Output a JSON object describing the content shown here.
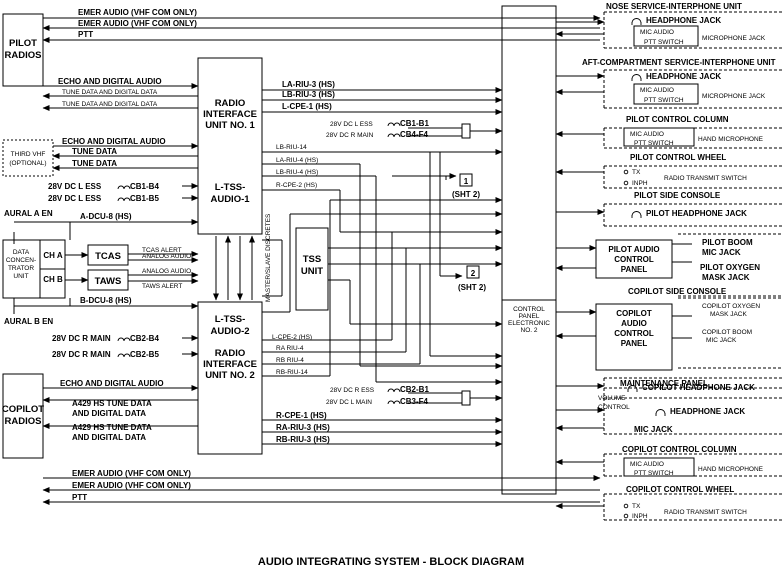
{
  "title": "AUDIO INTEGRATING SYSTEM - BLOCK DIAGRAM",
  "blocks": {
    "pilot_radios": [
      "PILOT",
      "RADIOS"
    ],
    "copilot_radios": [
      "COPILOT",
      "RADIOS"
    ],
    "riu1": [
      "RADIO",
      "INTERFACE",
      "UNIT NO. 1"
    ],
    "riu1_tss": [
      "L-TSS-",
      "AUDIO-1"
    ],
    "riu2_tss": [
      "L-TSS-",
      "AUDIO-2"
    ],
    "riu2": [
      "RADIO",
      "INTERFACE",
      "UNIT NO. 2"
    ],
    "tss_unit": [
      "TSS",
      "UNIT"
    ],
    "tcas": "TCAS",
    "taws": "TAWS",
    "dcu": [
      "DATA",
      "CONCEN-",
      "TRATOR",
      "UNIT"
    ],
    "dcu_cha": "CH A",
    "dcu_chb": "CH B",
    "third_vhf": [
      "THIRD VHF",
      "(OPTIONAL)"
    ],
    "cpe2": [
      "CONTROL",
      "PANEL",
      "ELECTRONIC",
      "NO. 2"
    ],
    "pilot_acp": [
      "PILOT AUDIO",
      "CONTROL",
      "PANEL"
    ],
    "copilot_acp": [
      "COPILOT",
      "AUDIO",
      "CONTROL",
      "PANEL"
    ],
    "master_slave": "MASTER/SLAVE DISCRETES"
  },
  "signals": {
    "emer1": "EMER AUDIO (VHF COM ONLY)",
    "emer2": "EMER AUDIO (VHF COM ONLY)",
    "ptt": "PTT",
    "echo_pilot": "ECHO  AND DIGITAL AUDIO",
    "tune1": "TUNE DATA AND DIGITAL DATA",
    "tune2": "TUNE DATA AND DIGITAL DATA",
    "echo_3vhf": "ECHO  AND DIGITAL AUDIO",
    "tune_data1": "TUNE DATA",
    "tune_data2": "TUNE DATA",
    "cb_b4_l": "28V DC L ESS",
    "cb_b4": "CB1-B4",
    "cb_b5_l": "28V DC L ESS",
    "cb_b5": "CB1-B5",
    "aural_a": "AURAL A EN",
    "a_dcu": "A-DCU-8 (HS)",
    "tcas_alert": "TCAS ALERT",
    "analog1": "ANALOG AUDIO",
    "analog2": "ANALOG AUDIO",
    "taws_alert": "TAWS ALERT",
    "b_dcu": "B-DCU-8 (HS)",
    "aural_b": "AURAL B EN",
    "cb2_b4_l": "28V DC R MAIN",
    "cb2_b4": "CB2-B4",
    "cb2_b5_l": "28V DC R MAIN",
    "cb2_b5": "CB2-B5",
    "echo_copilot": "ECHO  AND DIGITAL AUDIO",
    "a429_1a": "A429 HS TUNE DATA",
    "a429_1b": "AND DIGITAL DATA",
    "a429_2a": "A429 HS TUNE DATA",
    "a429_2b": "AND DIGITAL DATA",
    "emer3": "EMER AUDIO (VHF COM ONLY)",
    "emer4": "EMER AUDIO (VHF COM ONLY)",
    "ptt2": "PTT",
    "la_riu3": "LA-RIU-3 (HS)",
    "lb_riu3": "LB-RIU-3 (HS)",
    "l_cpe1": "L-CPE-1 (HS)",
    "cb1_b1_l": "28V DC L ESS",
    "cb1_b1": "CB1-B1",
    "cb4_f4_l": "28V DC R MAIN",
    "cb4_f4": "CB4-F4",
    "lb_riu14": "LB-RIU-14",
    "la_riu4": "LA-RIU-4 (HS)",
    "lb_riu4": "LB-RIU-4 (HS)",
    "r_cpe2": "R-CPE-2 (HS)",
    "sht1": "1",
    "sht2": "2",
    "sht_label1": "(SHT 2)",
    "sht_label2": "(SHT 2)",
    "l_cpe2": "L-CPE-2 (HS)",
    "ra_riu4": "RA RIU-4",
    "rb_riu4": "RB RIU-4",
    "rb_riu14": "RB-RIU-14",
    "cb2_b1_l": "28V DC R ESS",
    "cb2_b1": "CB2-B1",
    "cb3_f4_l": "28V DC L MAIN",
    "cb3_f4": "CB3-F4",
    "r_cpe1": "R-CPE-1 (HS)",
    "ra_riu3": "RA-RIU-3 (HS)",
    "rb_riu3": "RB-RIU-3 (HS)"
  },
  "right": {
    "nose_title": "NOSE SERVICE-INTERPHONE UNIT",
    "hp1": "HEADPHONE JACK",
    "mic1a": "MIC AUDIO",
    "ptt1": "PTT SWITCH",
    "mj1": "MICROPHONE JACK",
    "aft_title": "AFT-COMPARTMENT SERVICE-INTERPHONE UNIT",
    "hp2": "HEADPHONE JACK",
    "mic2a": "MIC AUDIO",
    "ptt2s": "PTT SWITCH",
    "mj2": "MICROPHONE JACK",
    "pcc_title": "PILOT CONTROL COLUMN",
    "mic3a": "MIC AUDIO",
    "ptt3": "PTT SWITCH",
    "hm1": "HAND MICROPHONE",
    "pcw_title": "PILOT CONTROL WHEEL",
    "tx1": "TX",
    "inph1": "INPH",
    "rts1": "RADIO TRANSMIT SWITCH",
    "psc_title": "PILOT SIDE CONSOLE",
    "php": "PILOT HEADPHONE JACK",
    "pboom1": "PILOT BOOM",
    "pboom2": "MIC JACK",
    "poxy1": "PILOT  OXYGEN",
    "poxy2": "MASK JACK",
    "csc_title": "COPILOT SIDE CONSOLE",
    "coxy1": "COPILOT OXYGEN",
    "coxy2": "MASK JACK",
    "cboom1": "COPILOT BOOM",
    "cboom2": "MIC JACK",
    "chp": "COPILOT HEADPHONE JACK",
    "maint_title": "MAINTENANCE PANEL",
    "vol1": "VOLUME",
    "vol2": "CONTROL",
    "hp_m": "HEADPHONE JACK",
    "mic_m": "MIC JACK",
    "ccc_title": "COPILOT CONTROL COLUMN",
    "mic4a": "MIC AUDIO",
    "ptt4": "PTT SWITCH",
    "hm2": "HAND MICROPHONE",
    "ccw_title": "COPILOT CONTROL WHEEL",
    "tx2": "TX",
    "inph2": "INPH",
    "rts2": "RADIO TRANSMIT SWITCH"
  },
  "colors": {
    "line": "#000000",
    "bg": "#ffffff"
  }
}
